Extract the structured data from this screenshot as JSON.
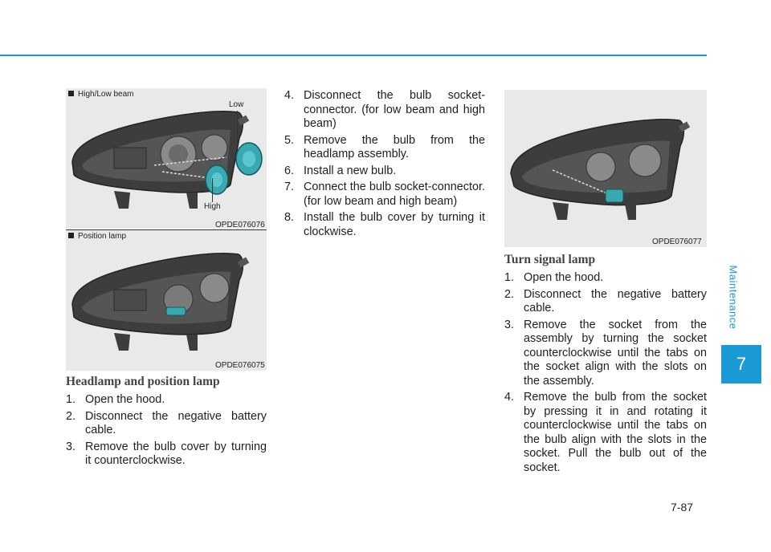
{
  "figures": {
    "high_low": {
      "caption": "High/Low beam",
      "code": "OPDE076076",
      "callout_low": "Low",
      "callout_high": "High"
    },
    "position": {
      "caption": "Position lamp",
      "code": "OPDE076075"
    },
    "turn": {
      "code": "OPDE076077"
    }
  },
  "left_col": {
    "heading": "Headlamp and position lamp",
    "steps": [
      {
        "num": "1.",
        "text": "Open the hood."
      },
      {
        "num": "2.",
        "text": "Disconnect the negative battery cable."
      },
      {
        "num": "3.",
        "text": "Remove the bulb cover by turning it counterclockwise."
      }
    ]
  },
  "mid_col": {
    "steps": [
      {
        "num": "4.",
        "text": "Disconnect the bulb socket-connector. (for low beam and high beam)"
      },
      {
        "num": "5.",
        "text": "Remove the bulb from the headlamp assembly."
      },
      {
        "num": "6.",
        "text": "Install a new bulb."
      },
      {
        "num": "7.",
        "text": "Connect the bulb socket-connector. (for low beam and high beam)"
      },
      {
        "num": "8.",
        "text": "Install the bulb cover by turning it clockwise."
      }
    ]
  },
  "right_col": {
    "heading": "Turn signal lamp",
    "steps": [
      {
        "num": "1.",
        "text": "Open the hood."
      },
      {
        "num": "2.",
        "text": "Disconnect the negative battery cable."
      },
      {
        "num": "3.",
        "text": "Remove the socket from the assembly by turning the socket counterclockwise until the tabs on the socket align with the slots on the assembly."
      },
      {
        "num": "4.",
        "text": "Remove the bulb from the socket by pressing it in and rotating it counterclockwise until the tabs on the bulb align with the slots in the socket. Pull the bulb out of the socket."
      }
    ]
  },
  "side": {
    "section_label": "Maintenance",
    "chapter": "7"
  },
  "page_number": "7-87",
  "colors": {
    "accent": "#1a9ad6"
  }
}
